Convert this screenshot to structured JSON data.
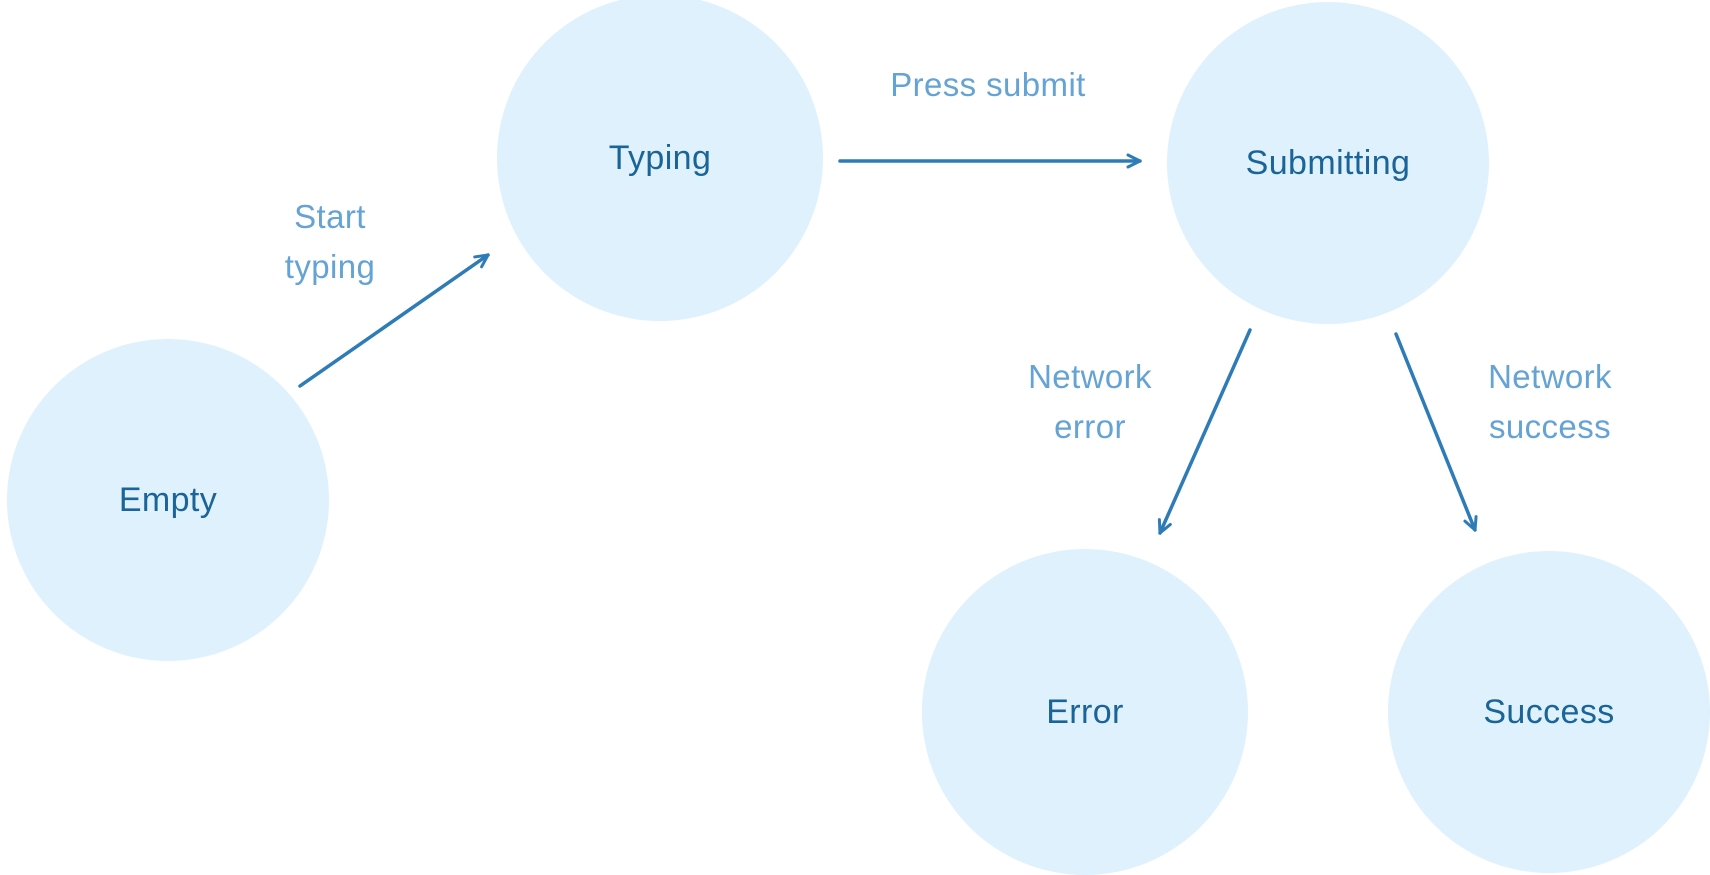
{
  "diagram": {
    "type": "state-machine",
    "nodes": [
      {
        "id": "empty",
        "label": "Empty"
      },
      {
        "id": "typing",
        "label": "Typing"
      },
      {
        "id": "submitting",
        "label": "Submitting"
      },
      {
        "id": "error",
        "label": "Error"
      },
      {
        "id": "success",
        "label": "Success"
      }
    ],
    "edges": [
      {
        "from": "empty",
        "to": "typing",
        "label": "Start typing"
      },
      {
        "from": "typing",
        "to": "submitting",
        "label": "Press submit"
      },
      {
        "from": "submitting",
        "to": "error",
        "label": "Network error"
      },
      {
        "from": "submitting",
        "to": "success",
        "label": "Network success"
      }
    ],
    "colors": {
      "node_fill": "#def1fd",
      "node_text": "#1a6498",
      "arrow": "#2e7cb7",
      "edge_label": "#64a3d4"
    }
  }
}
